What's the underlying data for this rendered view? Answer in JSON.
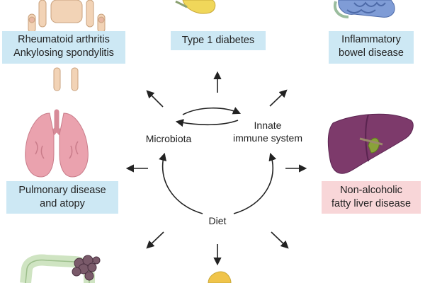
{
  "diseases": {
    "ra": {
      "line1": "Rheumatoid arthritis",
      "line2": "Ankylosing spondylitis"
    },
    "t1d": {
      "line1": "Type 1 diabetes"
    },
    "ibd": {
      "line1": "Inflammatory",
      "line2": "bowel disease"
    },
    "pulmonary": {
      "line1": "Pulmonary disease",
      "line2": "and atopy"
    },
    "nafld": {
      "line1": "Non-alcoholic",
      "line2": "fatty liver disease"
    }
  },
  "cycle": {
    "microbiota": "Microbiota",
    "innate_line1": "Innate",
    "innate_line2": "immune system",
    "diet": "Diet"
  },
  "colors": {
    "label_blue": "#cde8f4",
    "label_pink": "#f8d6d8",
    "arrow": "#222222",
    "lung": "#e9a1ad",
    "liver": "#7d3a6b",
    "intestine_blue": "#6d8fd0",
    "pancreas": "#f0d75a",
    "tumor": "#7a5a6a",
    "skeleton": "#f2d3b6"
  },
  "icons": [
    "skeleton-icon",
    "pancreas-icon",
    "intestine-icon",
    "lungs-icon",
    "liver-icon",
    "colon-tumor-icon",
    "organ-partial-icon"
  ]
}
